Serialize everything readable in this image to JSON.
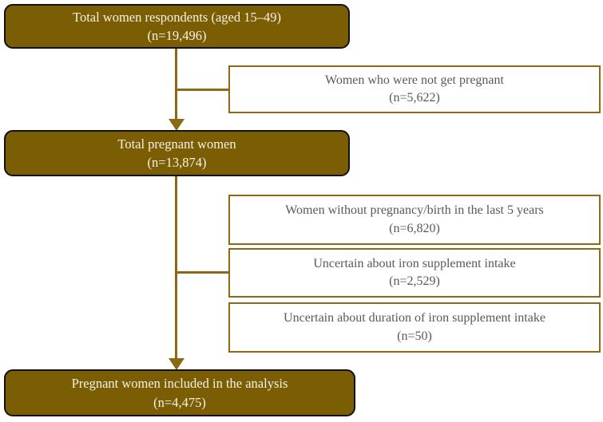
{
  "figure": {
    "type": "participant-flow-diagram",
    "main_boxes": [
      {
        "id": "total-respondents",
        "line1": "Total women respondents (aged 15–49)",
        "line2": "(n=19,496)"
      },
      {
        "id": "total-pregnant",
        "line1": "Total pregnant women",
        "line2": "(n=13,874)"
      },
      {
        "id": "included-analysis",
        "line1": "Pregnant women included in the analysis",
        "line2": "(n=4,475)"
      }
    ],
    "exclusion_boxes": [
      {
        "id": "not-pregnant",
        "line1": "Women who were not get pregnant",
        "line2": "(n=5,622)"
      },
      {
        "id": "no-recent-pregnancy",
        "line1": "Women without pregnancy/birth in the last 5 years",
        "line2": "(n=6,820)"
      },
      {
        "id": "uncertain-intake",
        "line1": "Uncertain about iron supplement intake",
        "line2": "(n=2,529)"
      },
      {
        "id": "uncertain-duration",
        "line1": "Uncertain about duration of iron supplement intake",
        "line2": "(n=50)"
      }
    ]
  },
  "colors": {
    "box_fill": "#7B5E04",
    "box_border": "#111111",
    "box_text": "#F5F1E4",
    "connector": "#8A6A15",
    "exclusion_border": "#8A6A15",
    "exclusion_text": "#595959",
    "background": "#FFFFFF"
  }
}
